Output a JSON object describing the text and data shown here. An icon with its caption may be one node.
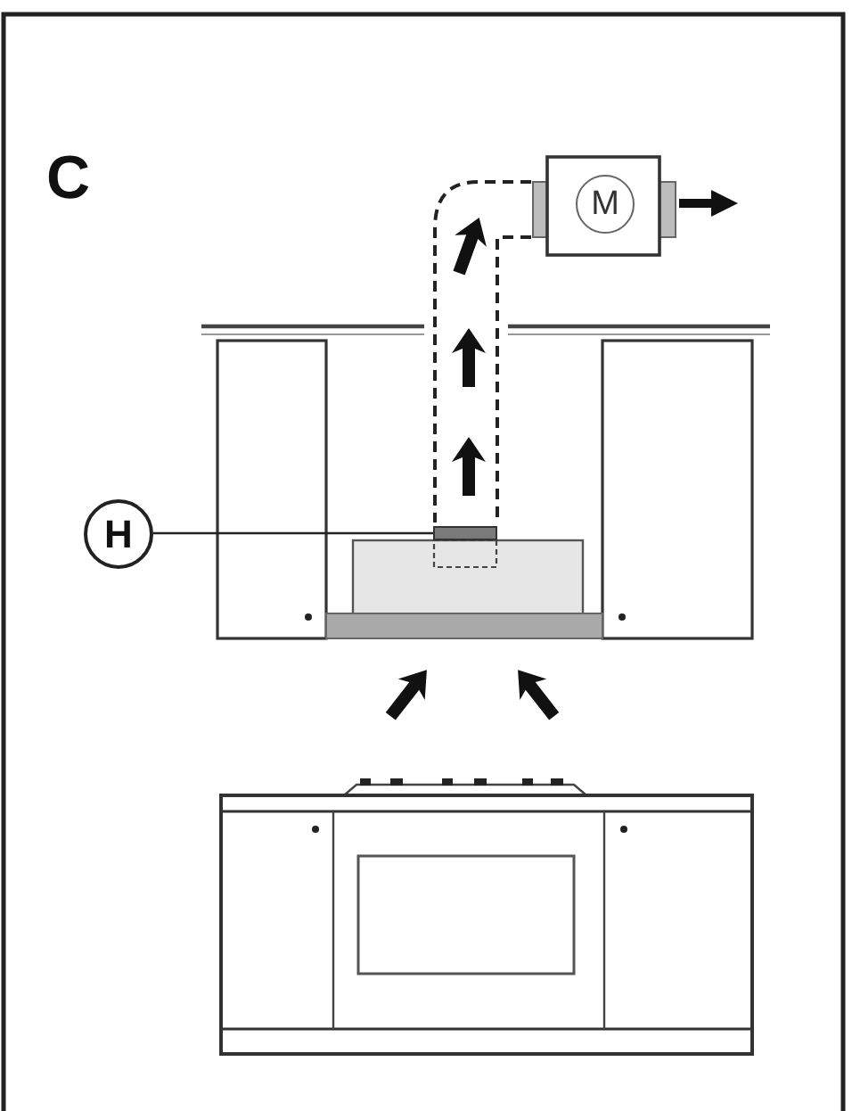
{
  "diagram": {
    "nodes": [
      {
        "text": [
          "H"
        ]
      },
      {
        "text": [],
        "shape": "box"
      },
      {
        "text": [
          "M"
        ]
      }
    ],
    "edges": [
      {
        "from": 0,
        "to": 1,
        "arrow": "none"
      }
    ],
    "labels": [
      "C"
    ]
  }
}
